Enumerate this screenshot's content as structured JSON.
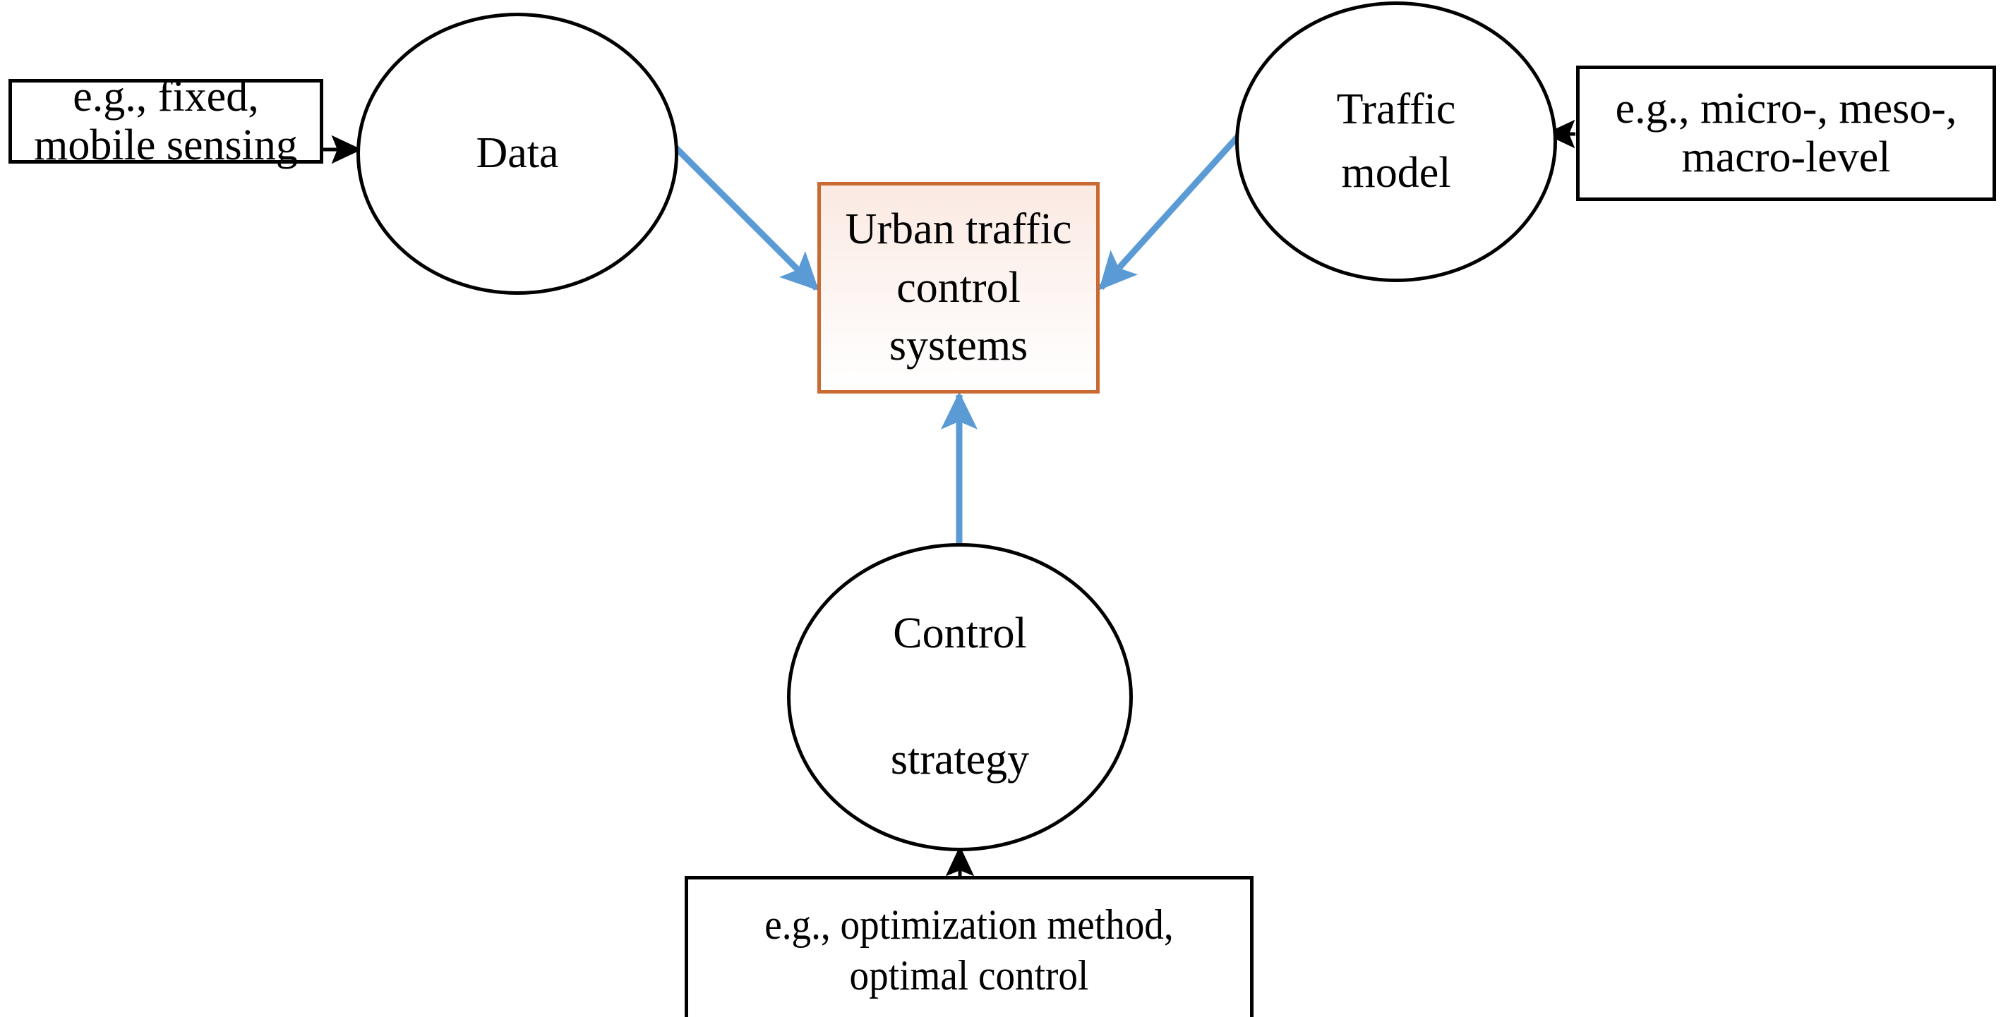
{
  "diagram": {
    "title": "Urban traffic control systems overview",
    "colors": {
      "arrow_blue": "#5B9BD5",
      "arrow_black": "#000000",
      "center_box_border": "#C96A33",
      "center_box_fill_top": "#FBE9E2",
      "center_box_fill_bottom": "#FFFFFF",
      "node_border": "#000000",
      "background": "#FFFFFF",
      "text": "#000000"
    },
    "nodes": [
      {
        "id": "box-data-sources",
        "shape": "rectangle",
        "label": "e.g., fixed,\nmobile sensing"
      },
      {
        "id": "ellipse-data",
        "shape": "ellipse",
        "label": "Data"
      },
      {
        "id": "ellipse-traffic-model",
        "shape": "ellipse",
        "label": "Traffic\nmodel"
      },
      {
        "id": "box-model-levels",
        "shape": "rectangle",
        "label": "e.g., micro-, meso-,\nmacro-level"
      },
      {
        "id": "box-urban-traffic-control",
        "shape": "rectangle",
        "label": "Urban traffic\ncontrol\nsystems"
      },
      {
        "id": "ellipse-control-strategy",
        "shape": "ellipse",
        "label": "Control\n\nstrategy"
      },
      {
        "id": "box-control-methods",
        "shape": "rectangle",
        "label": "e.g., optimization method,\noptimal control"
      }
    ],
    "edges": [
      {
        "id": "edge-data-sources-to-data",
        "from": "box-data-sources",
        "to": "ellipse-data",
        "style": "solid",
        "color": "#000000",
        "direction": "right"
      },
      {
        "id": "edge-data-to-center",
        "from": "ellipse-data",
        "to": "box-urban-traffic-control",
        "style": "solid",
        "color": "#5B9BD5",
        "direction": "down-right"
      },
      {
        "id": "edge-model-levels-to-traffic-model",
        "from": "box-model-levels",
        "to": "ellipse-traffic-model",
        "style": "solid",
        "color": "#000000",
        "direction": "left"
      },
      {
        "id": "edge-traffic-model-to-center",
        "from": "ellipse-traffic-model",
        "to": "box-urban-traffic-control",
        "style": "solid",
        "color": "#5B9BD5",
        "direction": "down-left"
      },
      {
        "id": "edge-control-strategy-to-center",
        "from": "ellipse-control-strategy",
        "to": "box-urban-traffic-control",
        "style": "solid",
        "color": "#5B9BD5",
        "direction": "up"
      },
      {
        "id": "edge-control-methods-to-control-strategy",
        "from": "box-control-methods",
        "to": "ellipse-control-strategy",
        "style": "solid",
        "color": "#000000",
        "direction": "up"
      }
    ]
  }
}
